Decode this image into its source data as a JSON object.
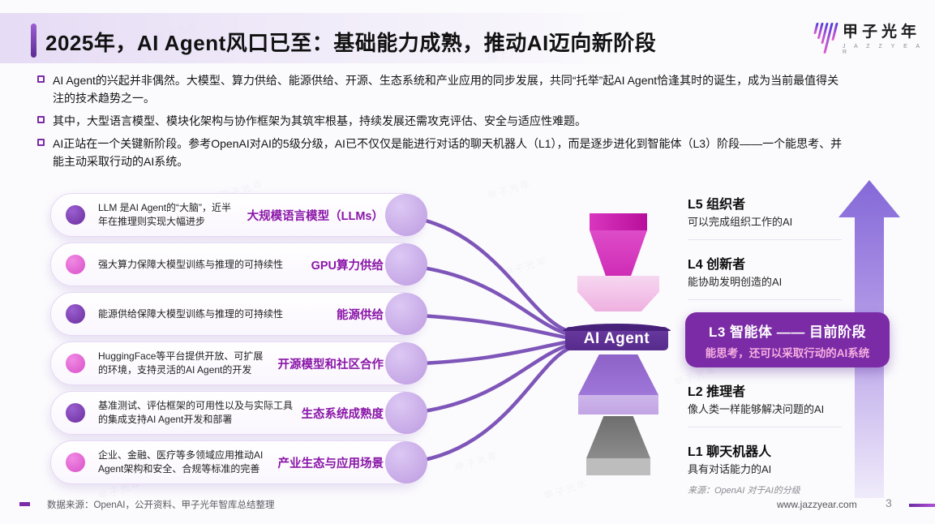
{
  "slide": {
    "title": "2025年，AI Agent风口已至：基础能力成熟，推动AI迈向新阶段",
    "watermark": "甲子光年",
    "logo": {
      "name": "甲子光年",
      "latin": "J A Z Z Y E A R"
    },
    "footer": {
      "data_source": "数据来源：OpenAI，公开资料、甲子光年智库总结整理",
      "website": "www.jazzyear.com",
      "page_number": "3"
    }
  },
  "bullets": [
    "AI Agent的兴起并非偶然。大模型、算力供给、能源供给、开源、生态系统和产业应用的同步发展，共同“托举”起AI  Agent恰逢其时的诞生，成为当前最值得关注的技术趋势之一。",
    "其中，大型语言模型、模块化架构与协作框架为其筑牢根基，持续发展还需攻克评估、安全与适应性难题。",
    "AI正站在一个关键新阶段。参考OpenAI对AI的5级分级，AI已不仅仅是能进行对话的聊天机器人（L1），而是逐步进化到智能体（L3）阶段——一个能思考、并能主动采取行动的AI系统。"
  ],
  "factors": [
    {
      "desc": "LLM 是AI Agent的“大脑”，近半年在推理则实现大幅进步",
      "label": "大规模语言模型（LLMs）",
      "dot_color": "#6b2e9e"
    },
    {
      "desc": "强大算力保障大模型训练与推理的可持续性",
      "label": "GPU算力供给",
      "dot_color": "#d94fc8"
    },
    {
      "desc": "能源供给保障大模型训练与推理的可持续性",
      "label": "能源供给",
      "dot_color": "#6b2e9e"
    },
    {
      "desc": "HuggingFace等平台提供开放、可扩展的环境，支持灵活的AI  Agent的开发",
      "label": "开源模型和社区合作",
      "dot_color": "#d94fc8"
    },
    {
      "desc": "基准测试、评估框架的可用性以及与实际工具的集成支持AI  Agent开发和部署",
      "label": "生态系统成熟度",
      "dot_color": "#6b2e9e"
    },
    {
      "desc": "企业、金融、医疗等多领域应用推动AI Agent架构和安全、合规等标准的完善",
      "label": "产业生态与应用场景",
      "dot_color": "#d94fc8"
    }
  ],
  "center": {
    "label": "AI Agent"
  },
  "levels": [
    {
      "title": "L5 组织者",
      "desc": "可以完成组织工作的AI",
      "highlight": false
    },
    {
      "title": "L4 创新者",
      "desc": "能协助发明创造的AI",
      "highlight": false
    },
    {
      "title": "L3 智能体 —— 目前阶段",
      "desc": "能思考，还可以采取行动的AI系统",
      "highlight": true
    },
    {
      "title": "L2 推理者",
      "desc": "像人类一样能够解决问题的AI",
      "highlight": false
    },
    {
      "title": "L1 聊天机器人",
      "desc": "具有对话能力的AI",
      "highlight": false
    }
  ],
  "levels_source": "来源：OpenAI 对于AI的分级",
  "colors": {
    "accent_purple": "#7b2ba6",
    "label_purple": "#8a16a8",
    "magenta": "#cf2cb6",
    "pink_band": "#f2c2e8",
    "ribbon_purple": "#562b8c",
    "mid_purple": "#9e76d8",
    "gray": "#7d7d7d",
    "arrow_purple": "#8468d8"
  }
}
